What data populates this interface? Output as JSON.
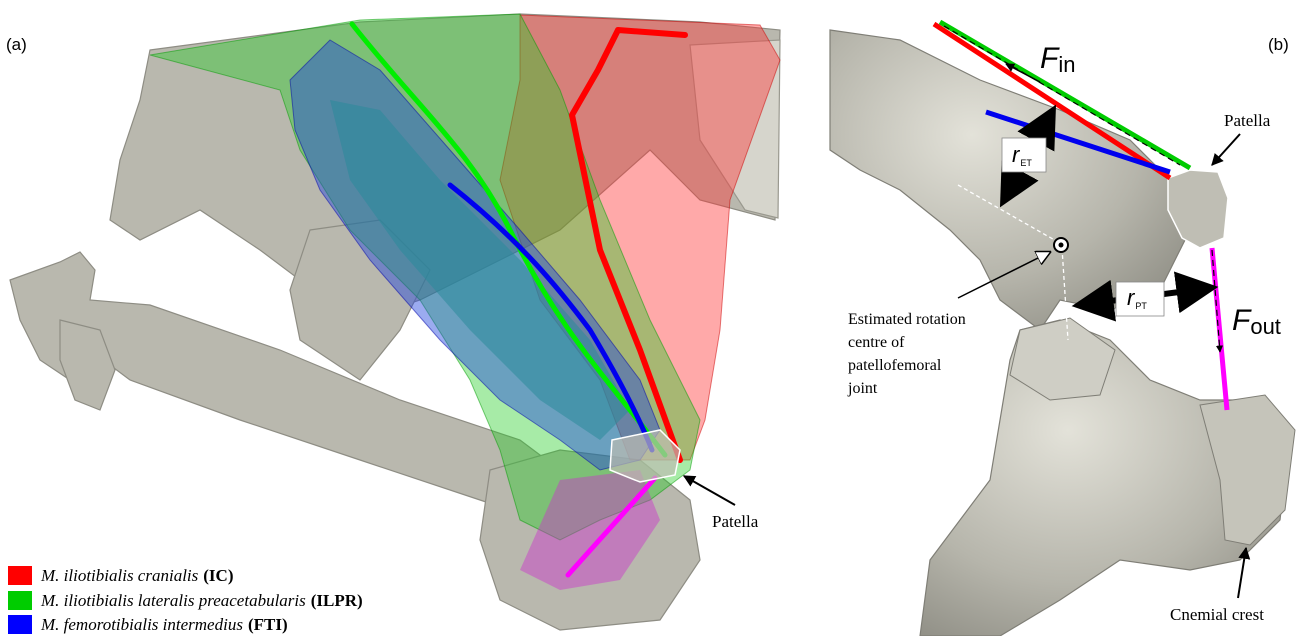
{
  "panels": {
    "a": {
      "label": "(a)",
      "patella_label": "Patella"
    },
    "b": {
      "label": "(b)",
      "patella_label": "Patella",
      "rotation_centre_label": [
        "Estimated rotation",
        "centre of",
        "patellofemoral",
        "joint"
      ],
      "cnemial_crest_label": "Cnemial crest",
      "force_in": {
        "symbol": "F",
        "subscript": "in"
      },
      "force_out": {
        "symbol": "F",
        "subscript": "out"
      },
      "moment_arm_et": {
        "symbol": "r",
        "subscript": "ET"
      },
      "moment_arm_pt": {
        "symbol": "r",
        "subscript": "PT"
      }
    }
  },
  "legend": [
    {
      "name": "M. iliotibialis cranialis",
      "abbr": "(IC)",
      "color": "#ff0000"
    },
    {
      "name": "M. iliotibialis lateralis preacetabularis",
      "abbr": "(ILPR)",
      "color": "#00cc00"
    },
    {
      "name": "M. femorotibialis intermedius",
      "abbr": "(FTI)",
      "color": "#0000ff"
    }
  ],
  "colors": {
    "ic": "#ff0000",
    "ilpr": "#00dd00",
    "fti": "#0000dd",
    "patellar_tendon": "#ff00ff",
    "bone": "#b9b8ae"
  }
}
